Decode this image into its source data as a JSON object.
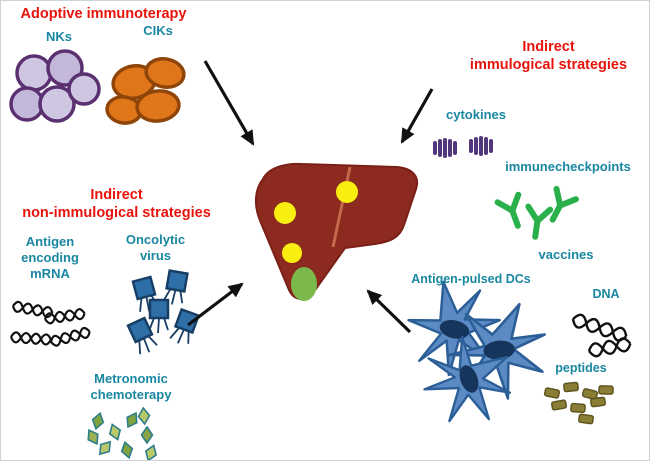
{
  "titles": {
    "adoptive": "Adoptive immunoterapy",
    "indirect_immunological": "Indirect\nimmulogical strategies",
    "indirect_non_immunological": "Indirect\nnon-immulogical strategies"
  },
  "labels": {
    "nks": "NKs",
    "ciks": "CIKs",
    "cytokines": "cytokines",
    "immunecheckpoints": "immunecheckpoints",
    "vaccines": "vaccines",
    "antigen_mrna": "Antigen\nencoding\nmRNA",
    "oncolytic_virus": "Oncolytic\nvirus",
    "metronomic": "Metronomic\nchemoterapy",
    "antigen_pulsed_dcs": "Antigen-pulsed DCs",
    "dna": "DNA",
    "peptides": "peptides"
  },
  "colors": {
    "title_red": "#e8130b",
    "label_teal": "#1a87a2",
    "liver": "#8c2a1f",
    "liver_ligament": "#c56a4d",
    "tumor_yellow": "#f8ee10",
    "gallbladder_green": "#7cb94c",
    "nk_purple": "#5a3070",
    "cik_orange": "#e0761a",
    "antibody_green": "#2ab04a",
    "phage_blue": "#2f6fa8",
    "dc_blue": "#5b8ac4",
    "peptide_olive": "#8a7d35"
  }
}
